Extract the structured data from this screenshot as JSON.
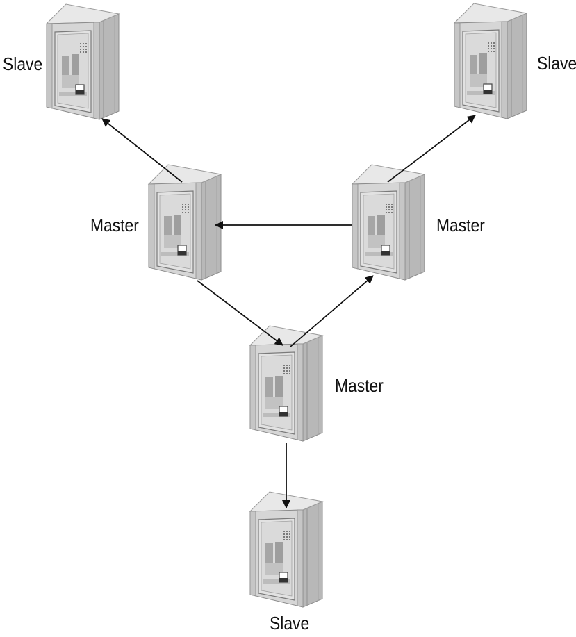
{
  "nodes": [
    {
      "id": "slave_top_left",
      "label": "Slave",
      "role": "slave"
    },
    {
      "id": "slave_top_right",
      "label": "Slave",
      "role": "slave"
    },
    {
      "id": "master_left",
      "label": "Master",
      "role": "master"
    },
    {
      "id": "master_right",
      "label": "Master",
      "role": "master"
    },
    {
      "id": "master_center",
      "label": "Master",
      "role": "master"
    },
    {
      "id": "slave_bottom",
      "label": "Slave",
      "role": "slave"
    }
  ],
  "edges": [
    {
      "from": "master_left",
      "to": "slave_top_left"
    },
    {
      "from": "master_right",
      "to": "slave_top_right"
    },
    {
      "from": "master_right",
      "to": "master_left"
    },
    {
      "from": "master_left",
      "to": "master_center"
    },
    {
      "from": "master_center",
      "to": "master_right"
    },
    {
      "from": "master_center",
      "to": "slave_bottom"
    }
  ],
  "colors": {
    "server_front": "#d4d4d4",
    "server_side": "#b9b9b9",
    "server_top": "#e6e6e6",
    "outline": "#8a8a8a",
    "arrow": "#111111",
    "label": "#111111"
  },
  "icons": {
    "server": "server-tower-icon"
  }
}
